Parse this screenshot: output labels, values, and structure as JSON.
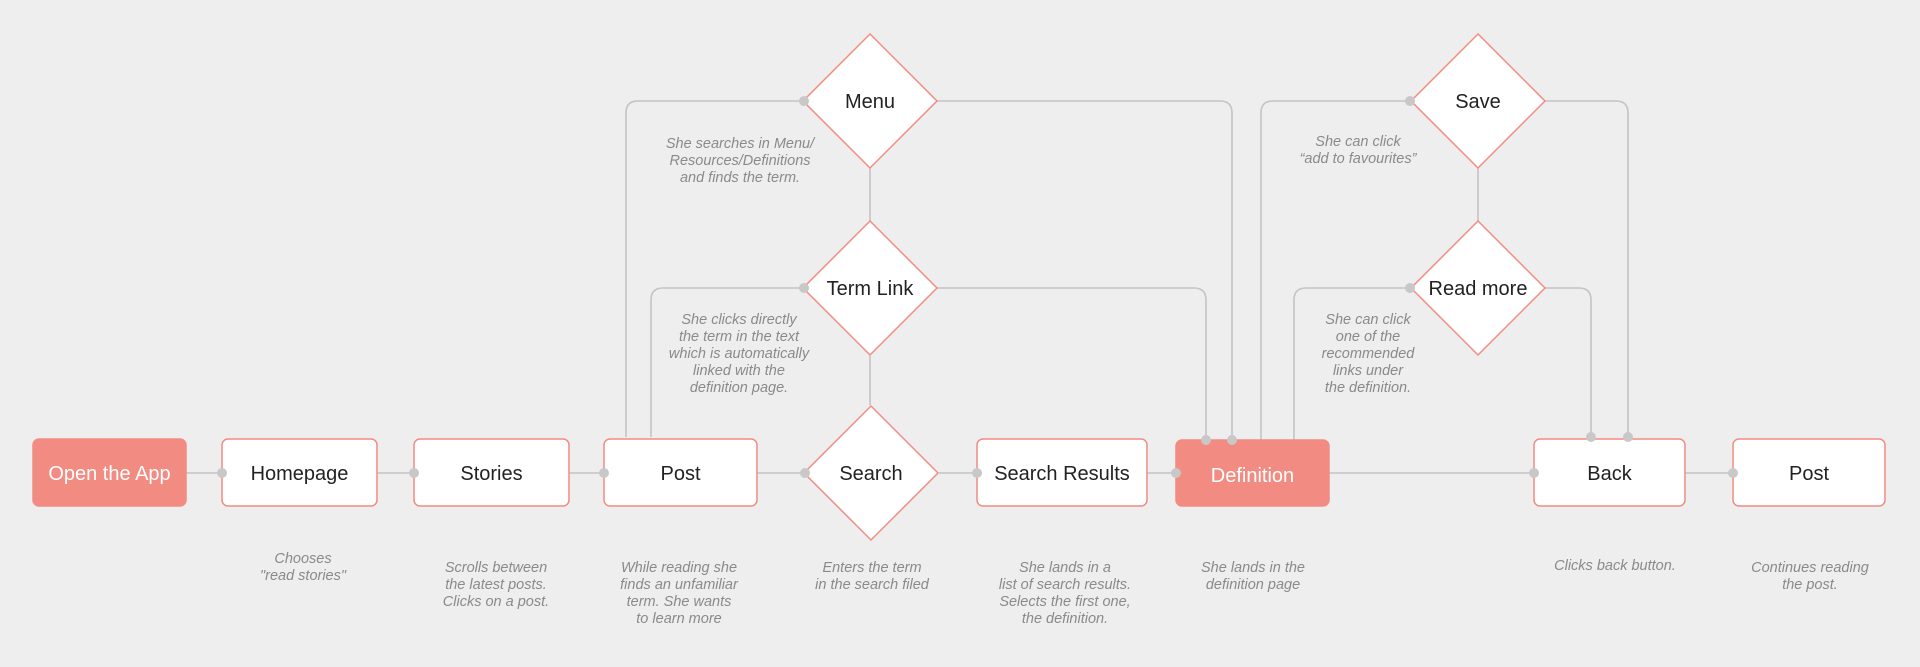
{
  "colors": {
    "background": "#eeeeee",
    "accent": "#f28b82",
    "accent_fill": "#f28b82",
    "node_fill": "#ffffff",
    "connector": "#c4c4c4",
    "port": "#c8c8c8",
    "note_text": "#8a8a8a"
  },
  "nodes": {
    "open_app": "Open the App",
    "homepage": "Homepage",
    "stories": "Stories",
    "post1": "Post",
    "search": "Search",
    "search_results": "Search Results",
    "definition": "Definition",
    "back": "Back",
    "post2": "Post",
    "menu": "Menu",
    "term_link": "Term Link",
    "save": "Save",
    "read_more": "Read more"
  },
  "notes": {
    "homepage": [
      "Chooses",
      "\"read stories\""
    ],
    "stories": [
      "Scrolls between",
      "the latest posts.",
      "Clicks on a post."
    ],
    "post": [
      "While reading she",
      "finds an unfamiliar",
      "term. She wants",
      "to learn more"
    ],
    "search": [
      "Enters the term",
      "in the search filed"
    ],
    "search_results": [
      "She lands in a",
      "list of search results.",
      "Selects the first one,",
      "the definition."
    ],
    "definition": [
      "She lands in the",
      "definition page"
    ],
    "back": [
      "Clicks back button."
    ],
    "post2": [
      "Continues reading",
      "the post."
    ],
    "menu": [
      "She searches in Menu/",
      "Resources/Definitions",
      "and finds the term."
    ],
    "term_link": [
      "She clicks directly",
      "the term in the text",
      "which is automatically",
      "linked with the",
      "definition page."
    ],
    "save": [
      "She can click",
      "“add to favourites”"
    ],
    "read_more": [
      "She can click",
      "one of the",
      "recommended",
      "links under",
      "the definition."
    ]
  }
}
